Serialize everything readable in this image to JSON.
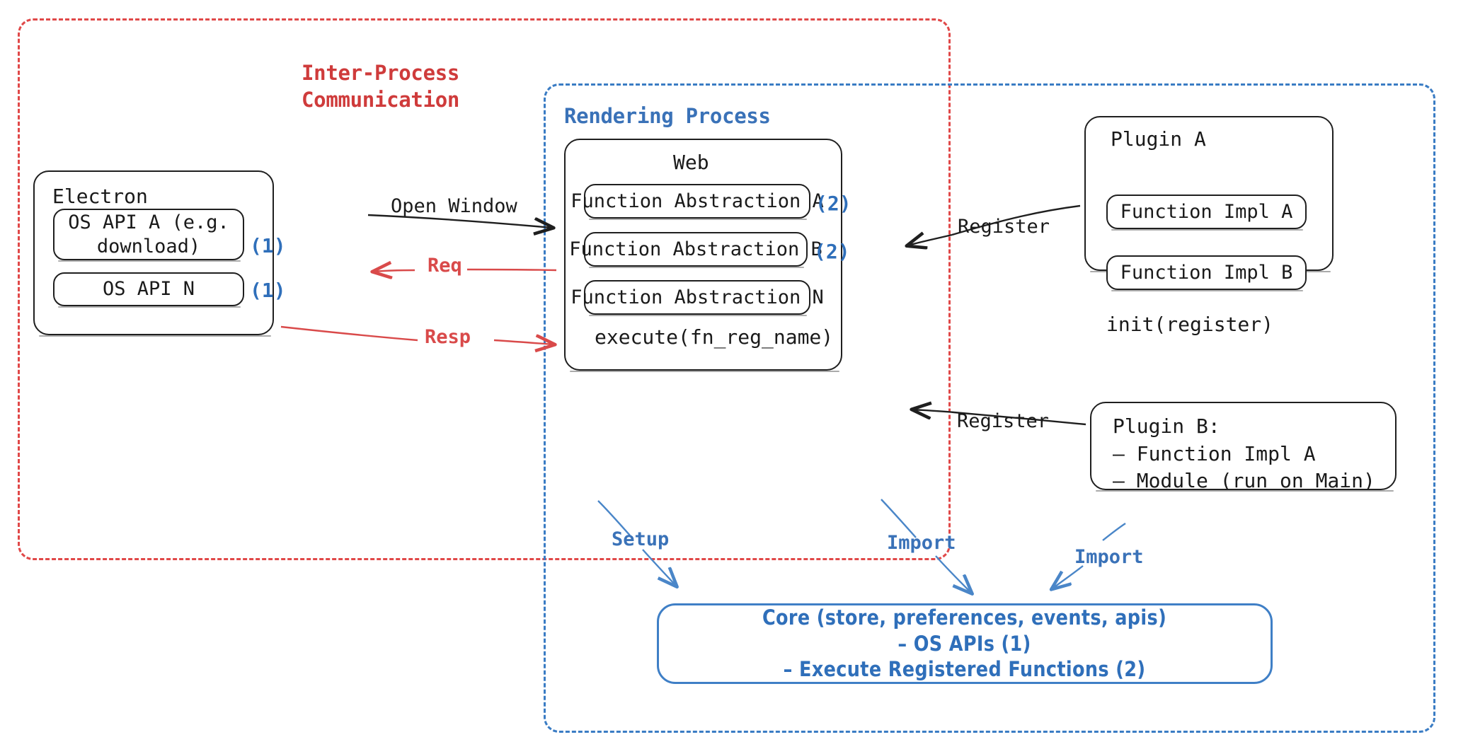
{
  "zones": {
    "ipc": {
      "label": "Inter-Process\nCommunication",
      "color": "#cf3b3b"
    },
    "rendering": {
      "label": "Rendering Process",
      "color": "#3a72b8"
    }
  },
  "electron": {
    "title": "Electron",
    "items": [
      {
        "label": "OS API A (e.g.\ndownload)",
        "badge": "(1)"
      },
      {
        "label": "OS API N",
        "badge": "(1)"
      }
    ]
  },
  "web": {
    "title": "Web",
    "items": [
      {
        "label": "Function Abstraction A",
        "badge": "(2)"
      },
      {
        "label": "Function Abstraction B",
        "badge": "(2)"
      },
      {
        "label": "Function Abstraction N",
        "badge": ""
      }
    ],
    "footer": "execute(fn_reg_name)"
  },
  "plugin_a": {
    "title": "Plugin A",
    "items": [
      {
        "label": "Function Impl A"
      },
      {
        "label": "Function Impl B"
      }
    ],
    "footer": "init(register)"
  },
  "plugin_b": {
    "text": "Plugin B:\n– Function Impl A\n– Module (run on Main)"
  },
  "core": {
    "text": "Core (store, preferences, events, apis)\n– OS APIs (1)\n– Execute Registered Functions (2)",
    "color": "#2f6fba"
  },
  "edges": {
    "open_window": "Open Window",
    "req": "Req",
    "resp": "Resp",
    "register_plugin_a": "Register",
    "register_plugin_b": "Register",
    "setup": "Setup",
    "import_web": "Import",
    "import_plugin_b": "Import"
  },
  "colors": {
    "red": "#d94a4a",
    "blue": "#3a72b8",
    "black": "#1a1a1a",
    "core_blue": "#2f6fba"
  }
}
